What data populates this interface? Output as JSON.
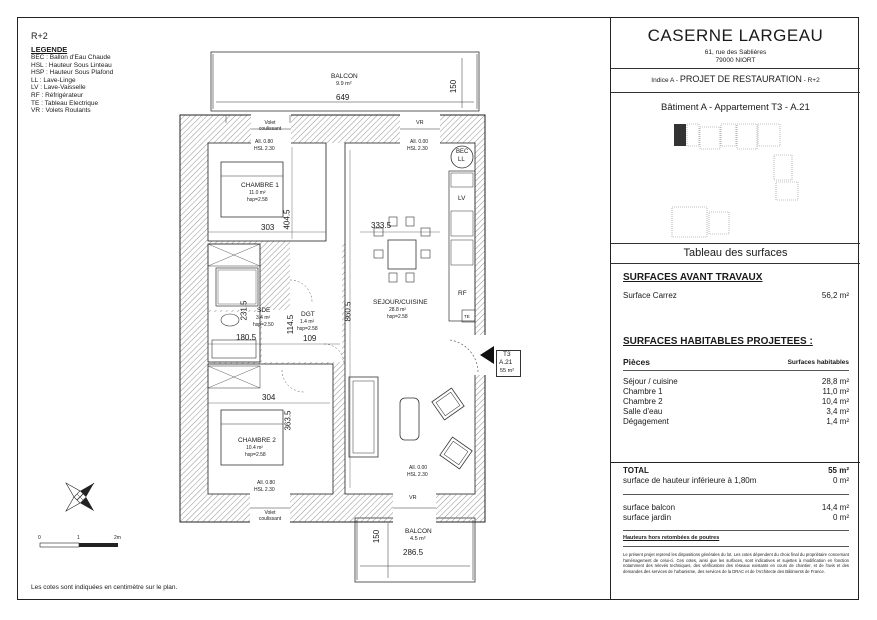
{
  "level": "R+2",
  "legend": {
    "title": "LEGENDE",
    "items": [
      "BEC : Ballon d'Eau Chaude",
      "HSL : Hauteur Sous Linteau",
      "HSP : Hauteur Sous Plafond",
      "LL : Lave-Linge",
      "LV : Lave-Vaisselle",
      "RF : Réfrigérateur",
      "TE : Tableau Electrique",
      "VR : Volets Roulants"
    ]
  },
  "footnote": "Les cotes sont indiquées en centimètre sur le plan.",
  "scale": {
    "start": "0",
    "mid": "1",
    "end": "2m"
  },
  "plan": {
    "balcony_top": {
      "name": "BALCON",
      "area": "9.9 m²",
      "width": "649",
      "depth": "150"
    },
    "balcony_bottom": {
      "name": "BALCON",
      "area": "4.5 m²",
      "width": "286.5",
      "depth": "150"
    },
    "shutter_top": "Volet coulissant",
    "shutter_bottom": "Volet coulissant",
    "vr_top": "VR",
    "vr_bottom": "VR",
    "window_ch1_allege": "All. 0.80",
    "window_ch1_hsl": "HSL 2.30",
    "window_sej_allege": "All. 0.00",
    "window_sej_hsl": "HSL 2.30",
    "window_sej_bottom_allege": "All. 0.00",
    "window_sej_bottom_hsl": "HSL 2.30",
    "window_ch2_allege": "All. 0.80",
    "window_ch2_hsl": "HSL 2.30",
    "bec": "BEC",
    "ll": "LL",
    "lv": "LV",
    "rf": "RF",
    "te": "TE",
    "rooms": {
      "ch1": {
        "name": "CHAMBRE 1",
        "area": "11.0 m²",
        "hsp": "hsp=2.58",
        "w": "303",
        "h": "404.5"
      },
      "ch2": {
        "name": "CHAMBRE 2",
        "area": "10.4 m²",
        "hsp": "hsp=2.58",
        "w": "304",
        "h": "363.5"
      },
      "sde": {
        "name": "SDE",
        "area": "3.4 m²",
        "hsp": "hsp=2.50",
        "w": "180.5",
        "h": "231.5"
      },
      "dgt": {
        "name": "DGT",
        "area": "1.4 m²",
        "hsp": "hsp=2.58",
        "w": "109",
        "h": "114.5"
      },
      "sej": {
        "name": "SEJOUR/CUISINE",
        "area": "28.8 m²",
        "hsp": "hsp=2.58",
        "w": "333.5",
        "h": "860.5"
      }
    },
    "entry": {
      "label1": "T3",
      "label2": "A.21",
      "area": "55 m²"
    }
  },
  "header": {
    "title": "CASERNE LARGEAU",
    "address1": "61, rue des Sablières",
    "address2": "79000 NIORT",
    "index_prefix": "Indice A - ",
    "project": "PROJET DE RESTAURATION",
    "index_suffix": " - R+2"
  },
  "apartment": "Bâtiment A - Appartement T3 - A.21",
  "table_title": "Tableau des surfaces",
  "before": {
    "title": "SURFACES AVANT TRAVAUX",
    "label": "Surface Carrez",
    "value": "56,2 m²"
  },
  "projected": {
    "title": "SURFACES HABITABLES PROJETEES :",
    "col1": "Pièces",
    "col2": "Surfaces habitables",
    "rows": [
      {
        "label": "Séjour / cuisine",
        "value": "28,8 m²"
      },
      {
        "label": "Chambre 1",
        "value": "11,0 m²"
      },
      {
        "label": "Chambre 2",
        "value": "10,4 m²"
      },
      {
        "label": "Salle d'eau",
        "value": "3,4 m²"
      },
      {
        "label": "Dégagement",
        "value": "1,4 m²"
      }
    ]
  },
  "total": {
    "label": "TOTAL",
    "value": "55 m²",
    "low_label": "surface de hauteur inférieure à 1,80m",
    "low_value": "0 m²"
  },
  "outdoor": [
    {
      "label": "surface balcon",
      "value": "14,4 m²"
    },
    {
      "label": "surface jardin",
      "value": "0 m²"
    }
  ],
  "note_title": "Hauteurs hors retombées de poutres",
  "disclaimer": "Le présent projet reprend les dispositions générales du lot. Les cotes dépendent du choix final du propriétaire concernant l'aménagement de celui-ci. Ces cotes, ainsi que les surfaces, sont indicatives et sujettes à modification en fonction notamment des relevés techniques, des vérifications des réseaux existants en cours de chantier, et de l'avis et des demandes des services de l'urbanisme, des services de la DRAC et de l'Architecte des Bâtiments de France."
}
